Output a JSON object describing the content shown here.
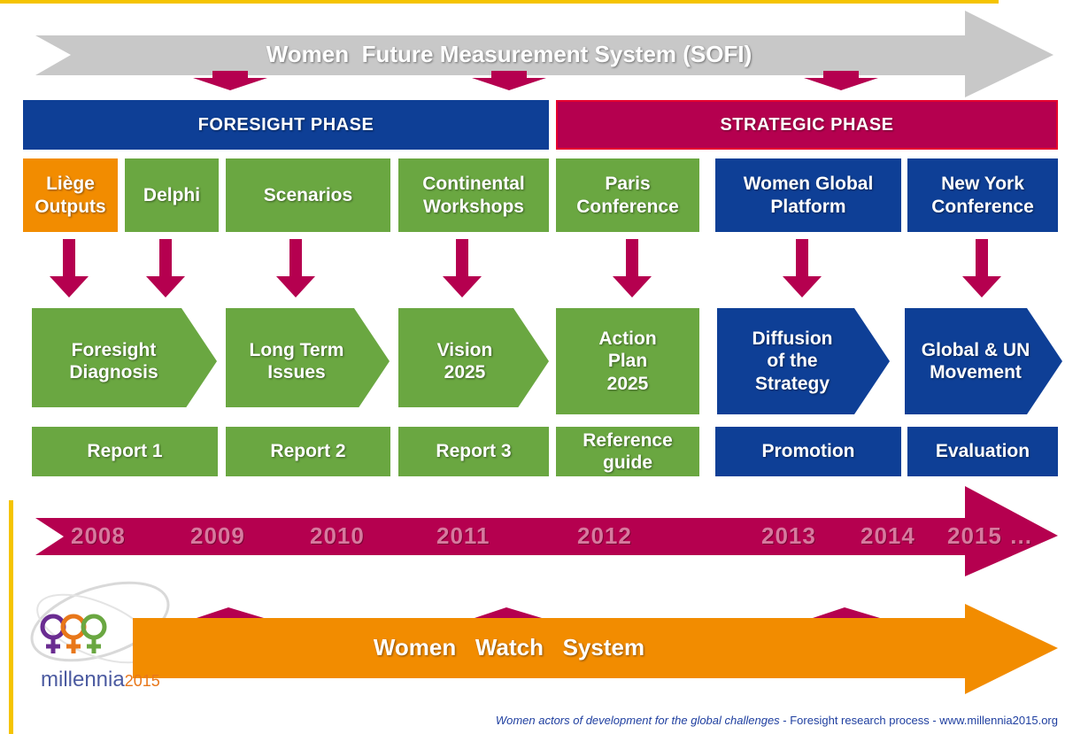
{
  "sofi_banner": "Women  Future Measurement System (SOFI)",
  "phases": {
    "foresight": "FORESIGHT PHASE",
    "strategic": "STRATEGIC PHASE"
  },
  "sources": {
    "liege": [
      "Liège",
      "Outputs"
    ],
    "delphi": "Delphi",
    "scenarios": "Scenarios",
    "continental": [
      "Continental",
      "Workshops"
    ],
    "paris": [
      "Paris",
      "Conference"
    ],
    "platform": [
      "Women Global",
      "Platform"
    ],
    "newyork": [
      "New York",
      "Conference"
    ]
  },
  "outcomes": {
    "diagnosis": [
      "Foresight",
      "Diagnosis"
    ],
    "issues": [
      "Long Term",
      "Issues"
    ],
    "vision": [
      "Vision",
      "2025"
    ],
    "action": [
      "Action",
      "Plan",
      "2025"
    ],
    "diffusion": [
      "Diffusion",
      "of the",
      "Strategy"
    ],
    "movement": [
      "Global & UN",
      "Movement"
    ]
  },
  "reports": {
    "r1": "Report 1",
    "r2": "Report 2",
    "r3": "Report 3",
    "guide": [
      "Reference",
      "guide"
    ],
    "promotion": "Promotion",
    "evaluation": "Evaluation"
  },
  "timeline": [
    "2008",
    "2009",
    "2010",
    "2011",
    "2012",
    "2013",
    "2014",
    "2015 …"
  ],
  "watch_banner": "Women   Watch   System",
  "logo": {
    "text_a": "millennia",
    "text_b": "2015"
  },
  "footer": {
    "italic": "Women actors of development for the global challenges",
    "rest": " - Foresight research process - www.millennia2015.org"
  },
  "colors": {
    "green": "#6aa741",
    "orange": "#f28c00",
    "blue": "#0e3f96",
    "magenta": "#b5004f",
    "gray": "#c8c8c8",
    "gold": "#f5c400"
  }
}
